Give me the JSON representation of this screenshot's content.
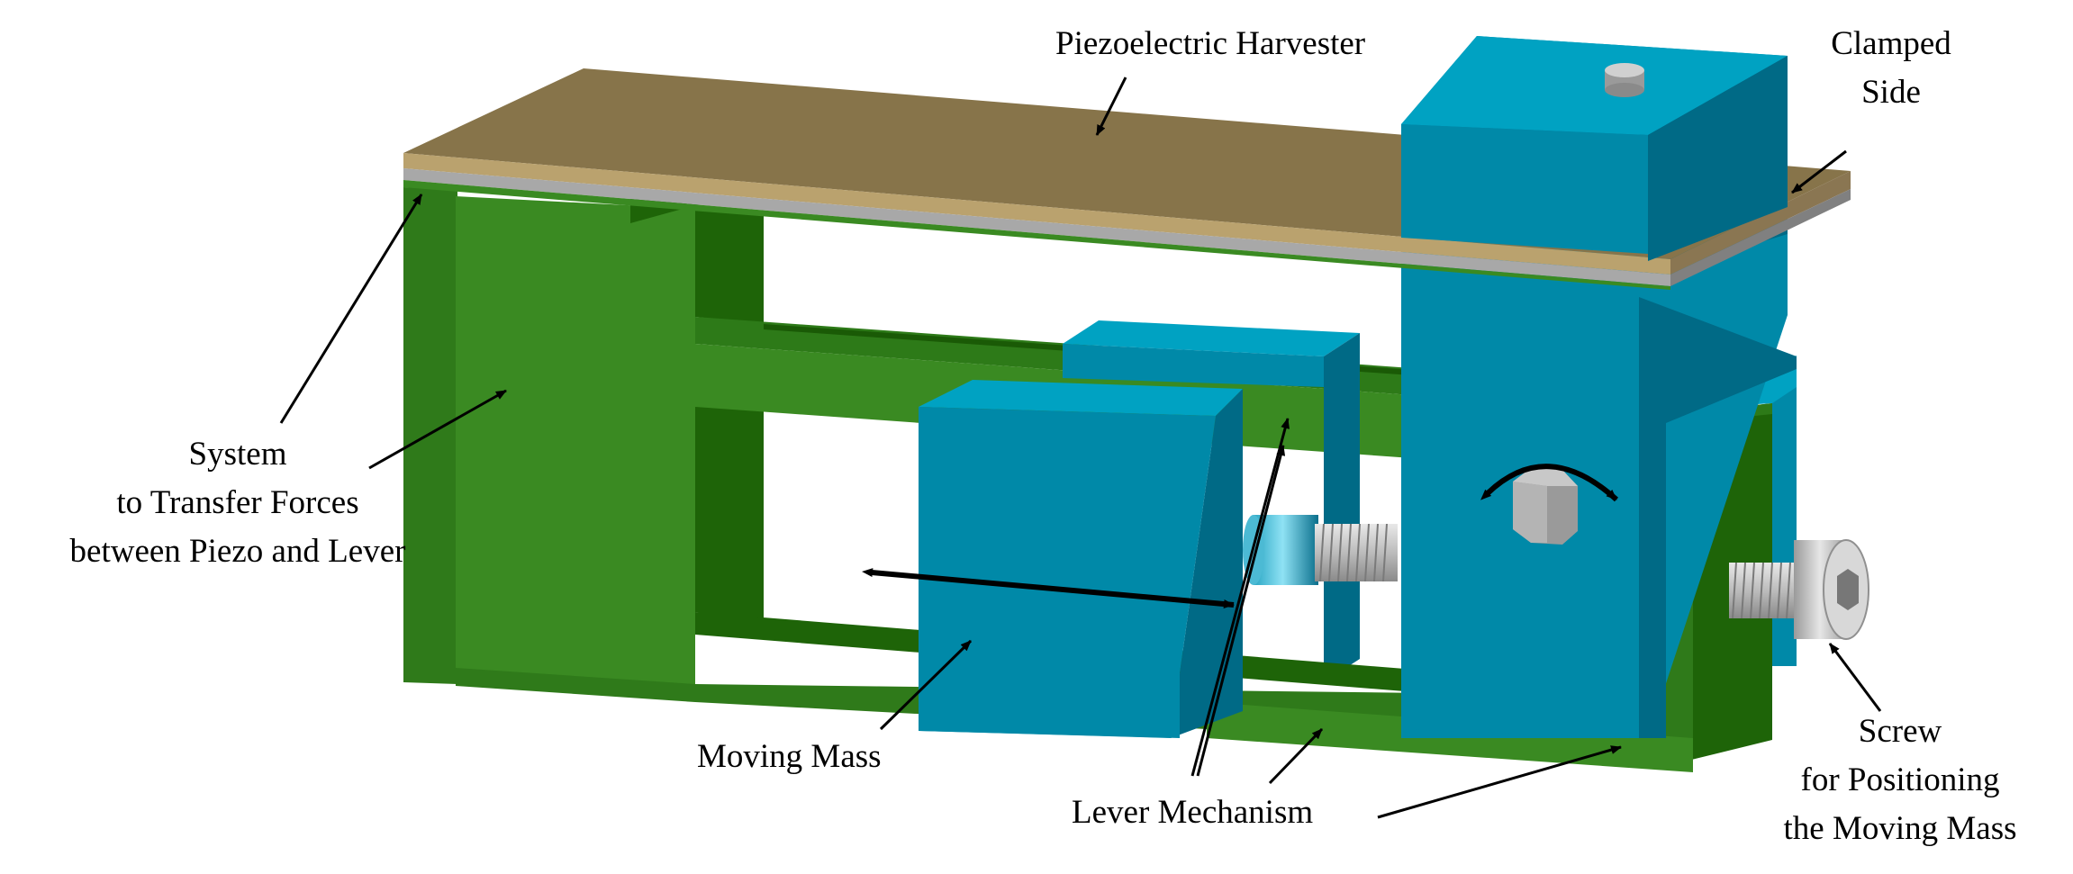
{
  "labels": {
    "piezo": "Piezoelectric Harvester",
    "clamped_line1": "Clamped",
    "clamped_line2": "Side",
    "system_line1": "System",
    "system_line2": "to Transfer Forces",
    "system_line3": "between Piezo and Lever",
    "moving_mass": "Moving Mass",
    "lever": "Lever Mechanism",
    "screw_line1": "Screw",
    "screw_line2": "for Positioning",
    "screw_line3": "the Moving Mass"
  },
  "colors": {
    "green_front": "#3a8a22",
    "green_dark": "#1e6408",
    "green_mid": "#2f7a1a",
    "blue_front": "#0089a8",
    "blue_side": "#006a86",
    "blue_top": "#00a2c2",
    "piezo_top": "#87744a",
    "piezo_edge": "#baa26e",
    "steel": "#a8a8a8"
  }
}
